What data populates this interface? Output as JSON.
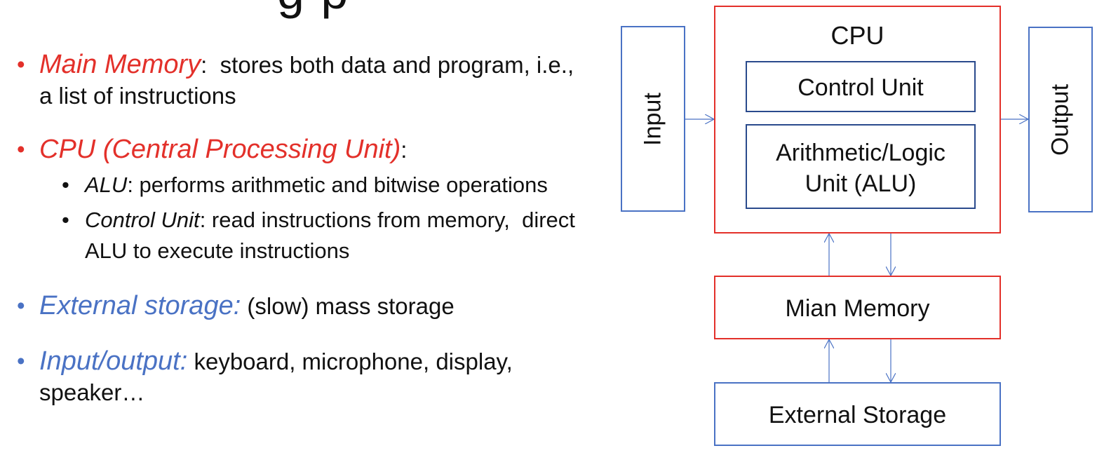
{
  "slide": {
    "title_fragment": "g                p"
  },
  "bullets": [
    {
      "term": "Main Memory",
      "sep": ":",
      "text": "  stores both data and program, i.e., a list of instructions"
    },
    {
      "term": "CPU (Central Processing Unit)",
      "sep": ":",
      "text": ""
    },
    {
      "term": "External storage:",
      "sep": "",
      "text": " (slow) mass storage"
    },
    {
      "term": "Input/output:",
      "sep": "",
      "text": " keyboard, microphone, display, speaker…"
    }
  ],
  "sub_bullets": [
    {
      "term": "ALU",
      "text": ": performs arithmetic and bitwise operations"
    },
    {
      "term": "Control Unit",
      "text": ": read instructions from memory,  direct ALU to execute instructions"
    }
  ],
  "diagram": {
    "input": "Input",
    "output": "Output",
    "cpu": "CPU",
    "control_unit": "Control Unit",
    "alu_line1": "Arithmetic/Logic",
    "alu_line2": "Unit (ALU)",
    "main_memory": "Mian Memory",
    "external_storage": "External Storage"
  },
  "colors": {
    "red_accent": "#e3302a",
    "blue_accent": "#4a72c4",
    "dark_blue_border": "#2a4a8c"
  }
}
